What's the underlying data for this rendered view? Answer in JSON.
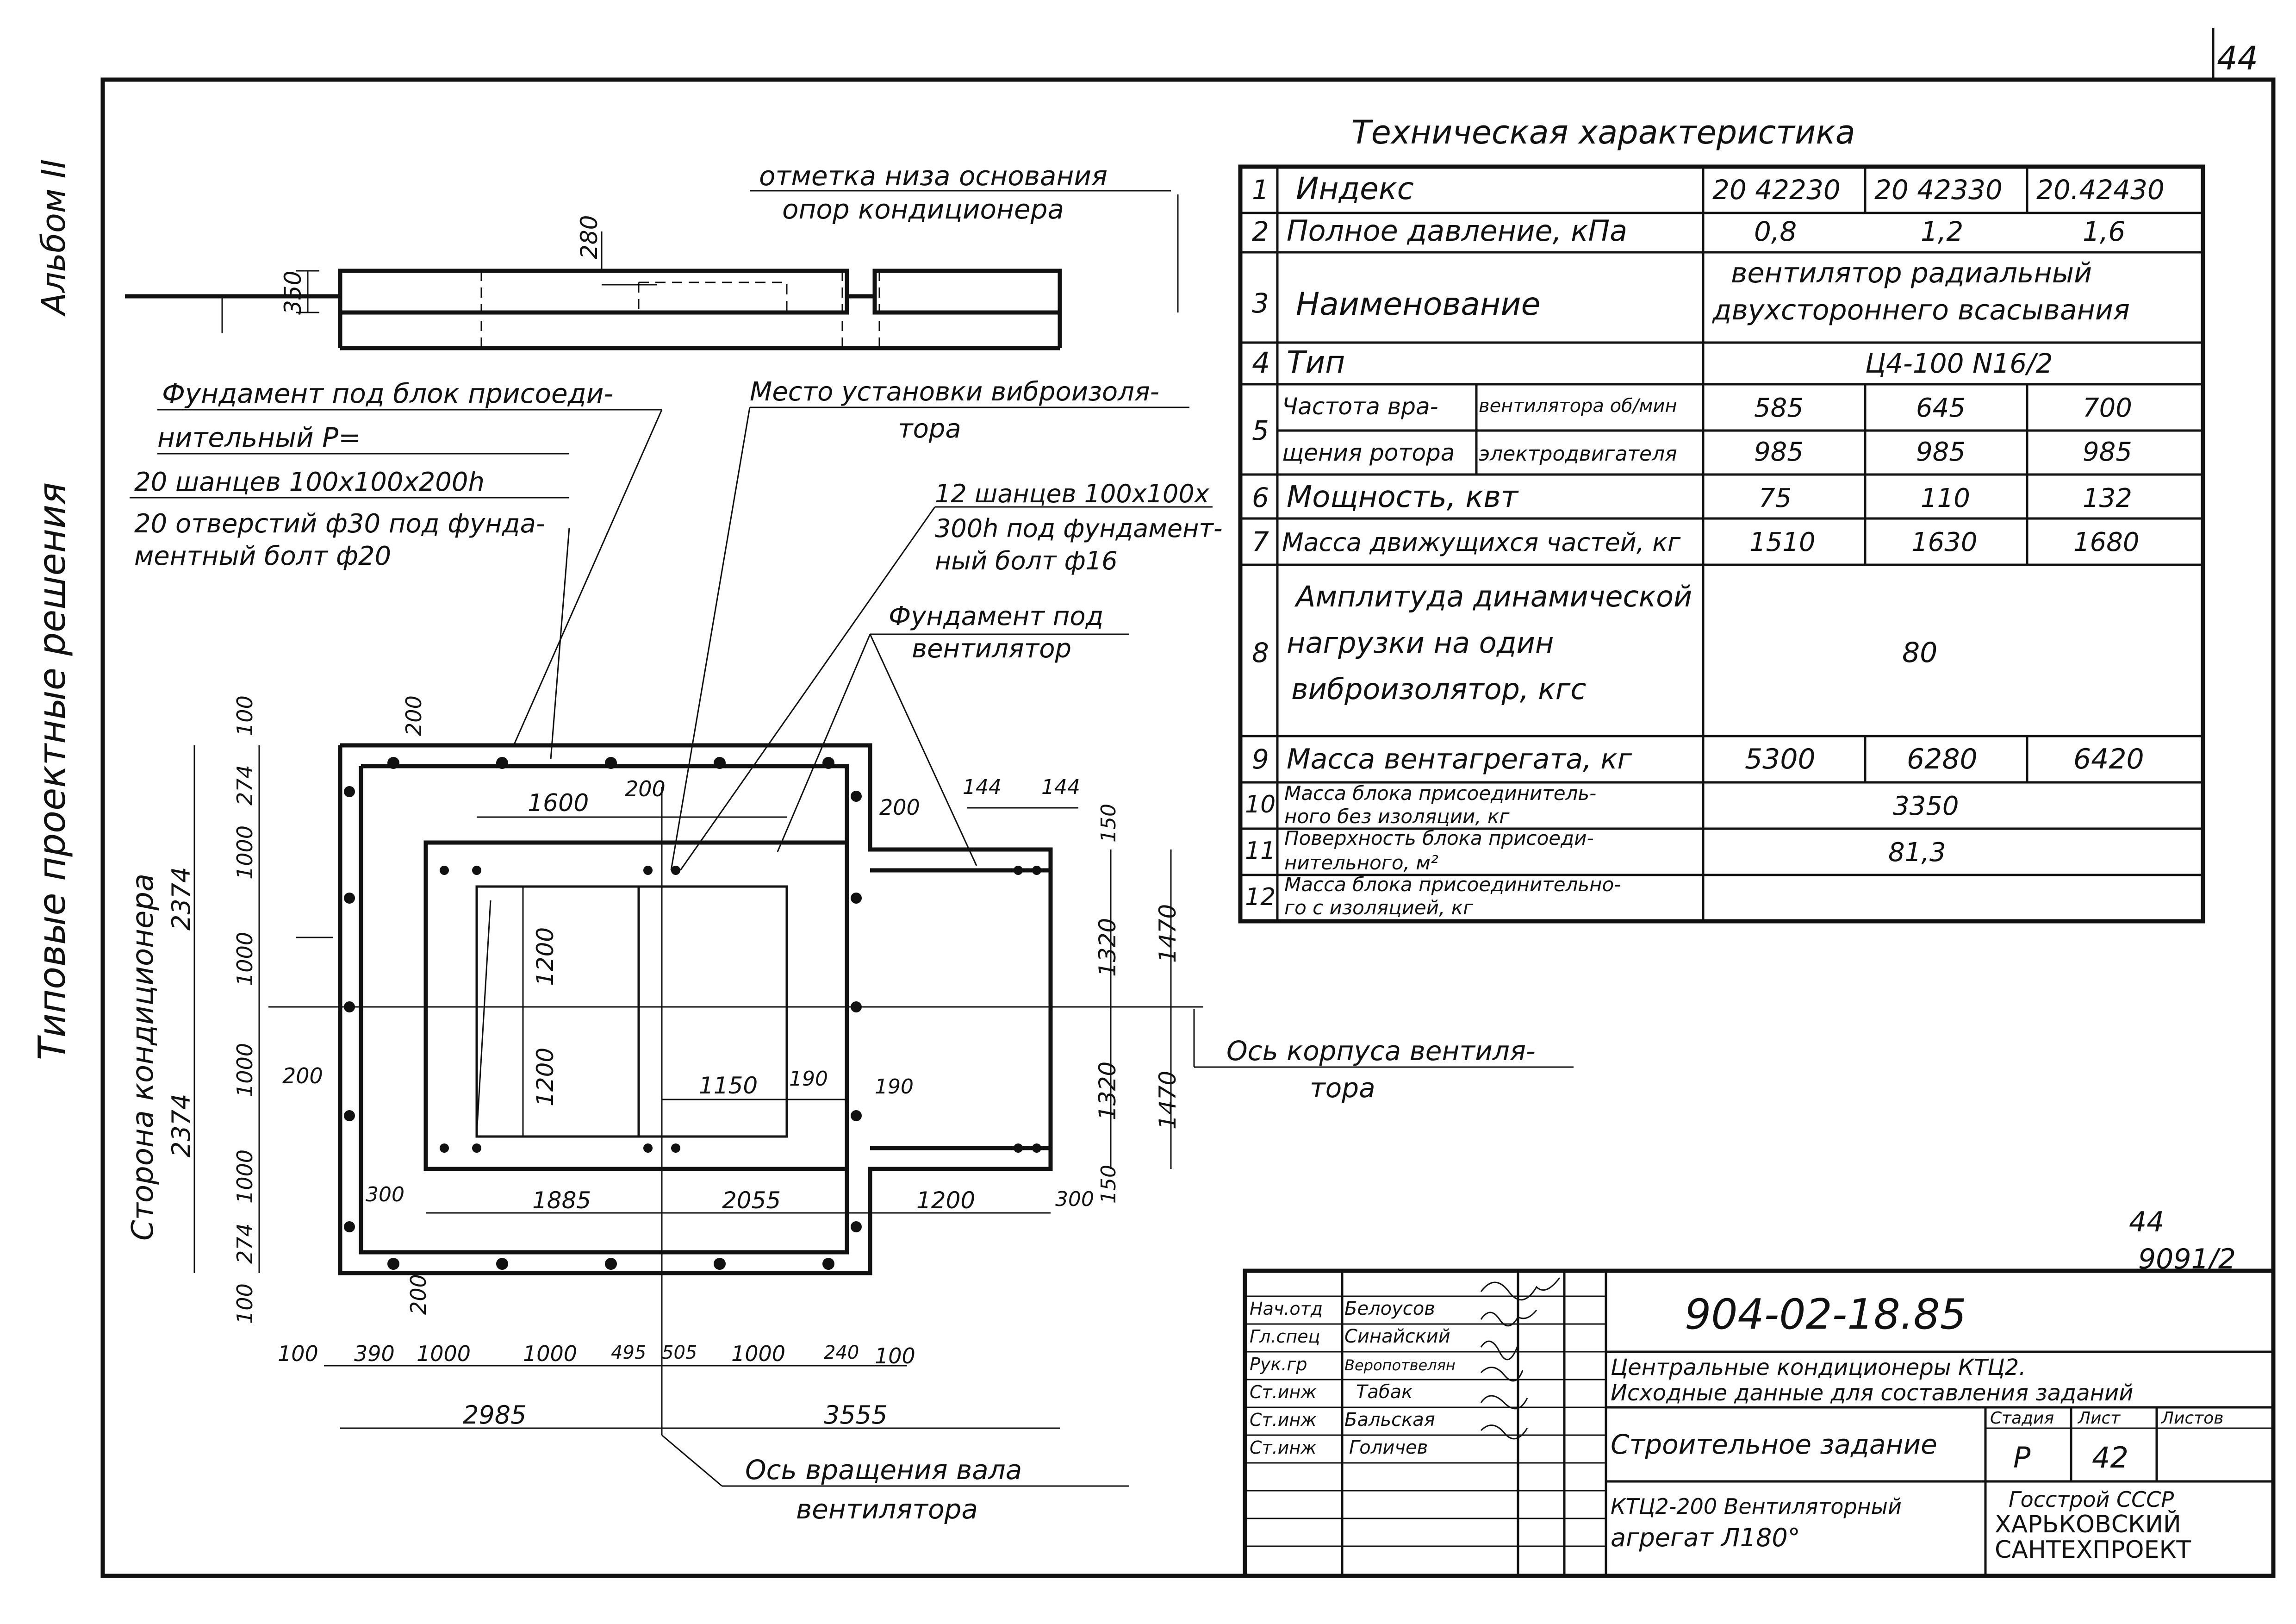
{
  "sheet_number": "44",
  "side": {
    "album": "Альбом II",
    "series": "Типовые проектные решения"
  },
  "section_labels": {
    "base_mark": "отметка низа основания",
    "base_mark_2": "опор кондиционера",
    "found_block": "Фундамент под блок присоеди-",
    "found_block_2": "нительный P=",
    "niches_20": "20 шанцев 100х100х200h",
    "holes_20": "20 отверстий ф30 под фунда-",
    "holes_20_2": "ментный болт ф20",
    "vibro_place": "Место установки виброизоля-",
    "vibro_place_2": "тора",
    "niches_12": "12 шанцев 100х100х",
    "niches_12_2": "300h под фундамент-",
    "niches_12_3": "ный болт ф16",
    "found_fan": "Фундамент под",
    "found_fan_2": "вентилятор",
    "side_cond": "Сторона кондиционера",
    "fan_axis": "Ось корпуса вентиля-",
    "fan_axis_2": "тора",
    "shaft_axis": "Ось вращения вала",
    "shaft_axis_2": "вентилятора",
    "ref_num": "44",
    "ref_doc": "9091/2"
  },
  "dims": {
    "d350": "350",
    "d280": "280",
    "d100": "100",
    "d200": "200",
    "d274": "274",
    "d1000": "1000",
    "d2374": "2374",
    "d1600": "1600",
    "d144": "144",
    "d150": "150",
    "d1320": "1320",
    "d1470": "1470",
    "d1200": "1200",
    "d1150": "1150",
    "d190": "190",
    "d300": "300",
    "d1885": "1885",
    "d2055": "2055",
    "d390": "390",
    "d495": "495",
    "d505": "505",
    "d240": "240",
    "d2985": "2985",
    "d3555": "3555"
  },
  "tech": {
    "title": "Техническая   характеристика",
    "rows": [
      {
        "n": "1",
        "label": "Индекс",
        "v": [
          "20 42230",
          "20 42330",
          "20.42430"
        ]
      },
      {
        "n": "2",
        "label": "Полное давление, кПа",
        "v": [
          "0,8",
          "1,2",
          "1,6"
        ]
      },
      {
        "n": "3",
        "label": "Наименование",
        "merged": "вентилятор радиальный",
        "merged2": "двухстороннего всасывания"
      },
      {
        "n": "4",
        "label": "Тип",
        "merged": "Ц4-100 N16/2"
      },
      {
        "n": "5",
        "label": "Частота вра-",
        "label2": "щения ротора",
        "sub1": "вентилятора об/мин",
        "sub2": "электродвигателя",
        "v": [
          "585",
          "645",
          "700"
        ],
        "v2": [
          "985",
          "985",
          "985"
        ]
      },
      {
        "n": "6",
        "label": "Мощность, квт",
        "v": [
          "75",
          "110",
          "132"
        ]
      },
      {
        "n": "7",
        "label": "Масса движущихся частей, кг",
        "v": [
          "1510",
          "1630",
          "1680"
        ]
      },
      {
        "n": "8",
        "label": "Амплитуда динамической",
        "label2": "нагрузки   на один",
        "label3": "виброизолятор, кгс",
        "merged": "80"
      },
      {
        "n": "9",
        "label": "Масса вентагрегата, кг",
        "v": [
          "5300",
          "6280",
          "6420"
        ]
      },
      {
        "n": "10",
        "label": "Масса блока присоединитель-",
        "label2": "ного без изоляции, кг",
        "merged": "3350"
      },
      {
        "n": "11",
        "label": "Поверхность блока присоеди-",
        "label2": "нительного, м²",
        "merged": "81,3"
      },
      {
        "n": "12",
        "label": "Масса блока присоединительно-",
        "label2": "го с изоляцией, кг",
        "merged": ""
      }
    ]
  },
  "stamp": {
    "code": "904-02-18.85",
    "desc1": "Центральные кондиционеры КТЦ2.",
    "desc2": "Исходные данные для составления заданий",
    "task": "Строительное задание",
    "stage_h": "Стадия",
    "sheet_h": "Лист",
    "sheets_h": "Листов",
    "stage": "Р",
    "sheet": "42",
    "product1": "КТЦ2-200 Вентиляторный",
    "product2": "агрегат  Л180°",
    "org1": "Госстрой СССР",
    "org2": "ХАРЬКОВСКИЙ",
    "org3": "САНТЕХПРОЕКТ",
    "people": [
      {
        "role": "Нач.отд",
        "name": "Белоусов"
      },
      {
        "role": "Гл.спец",
        "name": "Синайский"
      },
      {
        "role": "Рук.гр",
        "name": "Веропотвелян"
      },
      {
        "role": "Ст.инж",
        "name": "Табак"
      },
      {
        "role": "Ст.инж",
        "name": "Бальская"
      },
      {
        "role": "Ст.инж",
        "name": "Голичев"
      }
    ]
  }
}
